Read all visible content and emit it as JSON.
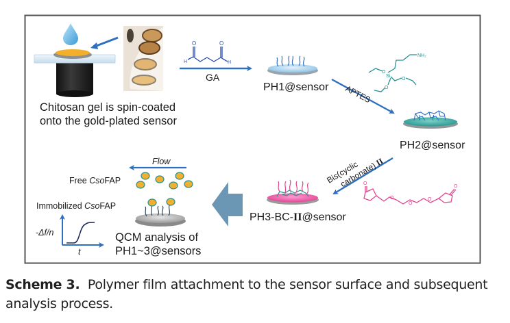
{
  "scheme": {
    "step1_label_line1": "Chitosan gel is spin-coated",
    "step1_label_line2": "onto the gold-plated sensor",
    "reagent1": "GA",
    "reagent1_atoms": {
      "o1": "O",
      "o2": "O",
      "h1": "H",
      "h2": "H"
    },
    "product1": "PH1@sensor",
    "reagent2": "APTES",
    "reagent2_atoms": {
      "nh2": "NH₂",
      "si": "Si",
      "o": "O"
    },
    "product2": "PH2@sensor",
    "reagent3_line1": "Bis(cyclic",
    "reagent3_line2": "carbonate) ",
    "reagent3_bold": "II",
    "reagent3_atoms": {
      "o": "O"
    },
    "product3_prefix": "PH3-BC-",
    "product3_bold": "II",
    "product3_suffix": "@sensor",
    "flow_label": "Flow",
    "free_label_prefix": "Free ",
    "free_label_italic": "Cso",
    "free_label_suffix": "FAP",
    "immobilized_label_prefix": "Immobilized ",
    "immobilized_label_italic": "Cso",
    "immobilized_label_suffix": "FAP",
    "plot_ylabel": "-Δf/n",
    "plot_xlabel": "t",
    "analysis_line1": "QCM analysis of",
    "analysis_line2": "PH1~3@sensors"
  },
  "colors": {
    "arrow_blue": "#2f6fc0",
    "molecule_blue": "#2d4fb0",
    "aptes_teal": "#2a8f8f",
    "carbonate_pink": "#e0458e",
    "gold": "#f0b030",
    "big_arrow": "#6b97b5"
  },
  "caption": {
    "label": "Scheme 3.",
    "text": "Polymer film attachment to the sensor surface and subsequent analysis process."
  }
}
